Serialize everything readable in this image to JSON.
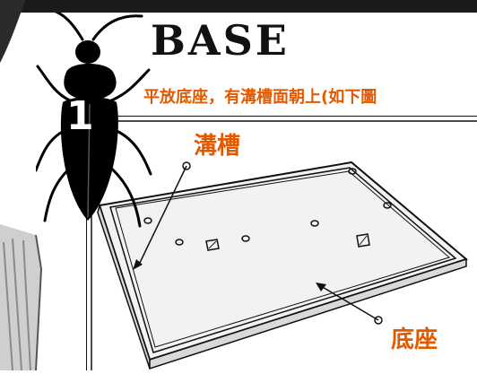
{
  "step_number": "1",
  "title": "BASE",
  "instruction": "平放底座，有溝槽面朝上(如下圖",
  "labels": {
    "groove": "溝槽",
    "base": "底座"
  },
  "colors": {
    "accent": "#e25a00",
    "title": "#111111",
    "top_bar": "#1a1a1a"
  },
  "icons": [
    "cockroach-icon"
  ]
}
